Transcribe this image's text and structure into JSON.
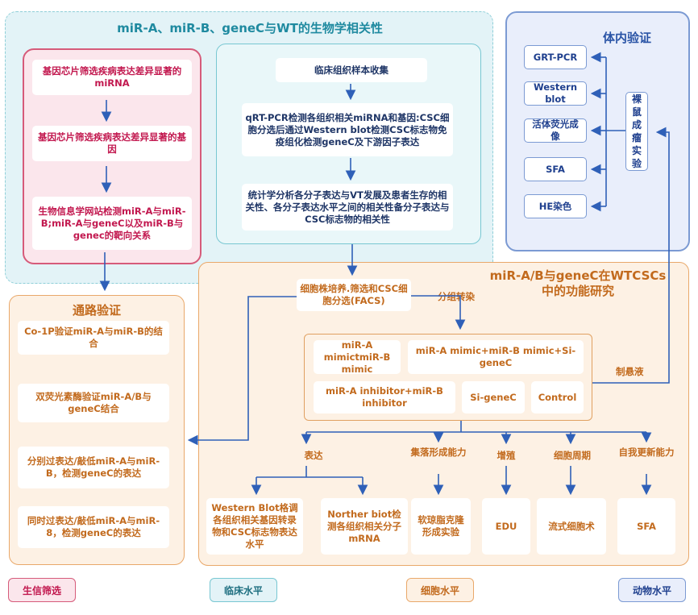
{
  "sections": {
    "bio_title": "miR-A、miR-B、geneC与WT的生物学相关性",
    "invivo_title": "体内验证",
    "func_title": "miR-A/B与geneC在WTCSCs中的功能研究",
    "pathway_title": "通路验证"
  },
  "bioinfo": {
    "step1": "基因芯片筛选疾病表达差异显著的miRNA",
    "step2": "基因芯片筛选疾病表达差异显著的基因",
    "step3": "生物信息学网站检测miR-A与miR-B;miR-A与geneC以及miR-B与genec的靶向关系"
  },
  "clinical": {
    "step1": "临床组织样本收集",
    "step2": "qRT-PCR检测各组织相关miRNA和基因:CSC细胞分选后通过Western blot检测CSC标志物免疫组化检测geneC及下游因子表达",
    "step3": "统计学分析各分子表达与VT发展及患者生存的相关性、各分子表达水平之间的相关性备分子表达与CSC标志物的相关性"
  },
  "invivo": {
    "methods": [
      "GRT-PCR",
      "Western blot",
      "活体荧光成像",
      "SFA",
      "HE染色"
    ],
    "experiment": "裸鼠成瘤实验"
  },
  "pathway": {
    "items": [
      "Co-1P验证miR-A与miR-B的结合",
      "双荧光素酶验证miR-A/B与geneC结合",
      "分别过表达/敲低miR-A与miR-B，检测geneC的表达",
      "同时过表达/敲低miR-A与miR-8，检测geneC的表达"
    ]
  },
  "func": {
    "culture": "细胞株培养.筛选和CSC细胞分选(FACS)",
    "grouping_label": "分组转染",
    "suspension_label": "制悬液",
    "groups": [
      "miR-A mimictmiR-B mimic",
      "miR-A mimic+miR-B mimic+Si-geneC",
      "miR-A inhibitor+miR-B inhibitor",
      "Si-geneC",
      "Control"
    ],
    "branches": [
      "表达",
      "集落形成能力",
      "增殖",
      "细胞周期",
      "自我更新能力"
    ],
    "results": [
      "Western Blot格调各组织相关基因转录物和CSC标志物表达水平",
      "Norther biot检测各组织相关分子mRNA",
      "软琼脂克隆形成实验",
      "EDU",
      "流式细胞术",
      "SFA"
    ]
  },
  "legend": [
    "生信筛选",
    "临床水平",
    "细胞水平",
    "动物水平"
  ],
  "colors": {
    "bioinfo": "#d65b7a",
    "clinical": "#78c7d2",
    "cell": "#e9a86a",
    "animal": "#7b9ad3",
    "arrow": "#2f60b8"
  }
}
